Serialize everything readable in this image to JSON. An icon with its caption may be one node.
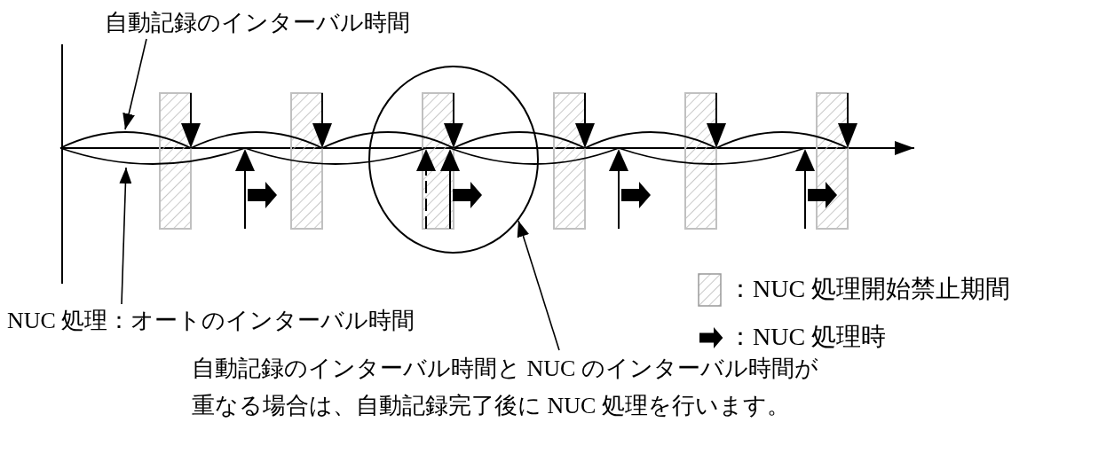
{
  "diagram": {
    "nodes": [
      {
        "text": [
          "自動記録のインターバル時間"
        ]
      },
      {
        "text": [
          "NUC 処理：オートのインターバル時間"
        ]
      },
      {
        "text": [
          "自動記録のインターバル時間と NUC のインターバル時間が重なる場合は、自動記録完了後に NUC 処理を行います。"
        ]
      },
      {
        "text": [],
        "shape": "circle"
      }
    ],
    "edges": [
      {
        "from": 0,
        "to": null,
        "arrow": "to"
      },
      {
        "from": 1,
        "to": null,
        "arrow": "to"
      },
      {
        "from": 2,
        "to": 3,
        "arrow": "to"
      }
    ],
    "legend": [
      {
        "text": "：NUC 処理開始禁止期間"
      },
      {
        "text": "：NUC 処理時"
      }
    ]
  }
}
